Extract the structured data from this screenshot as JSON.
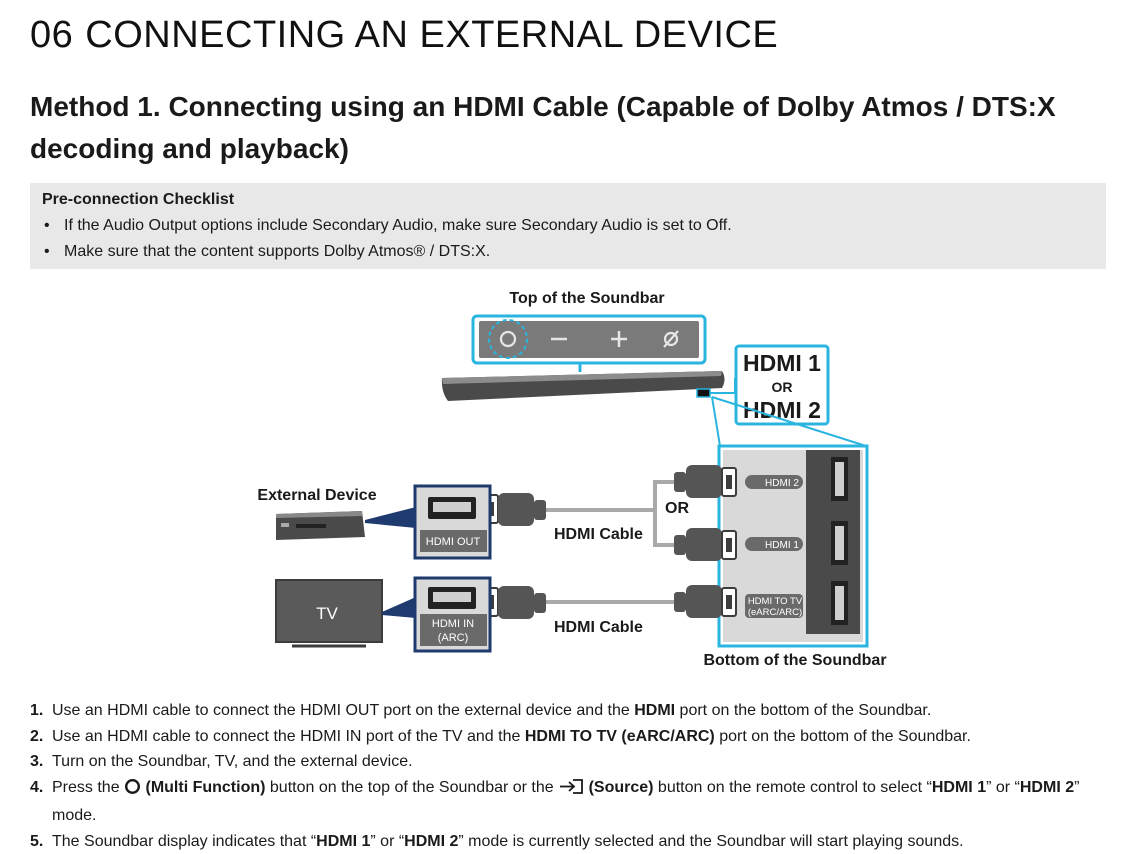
{
  "chapter": {
    "number": "06",
    "title": "CONNECTING AN EXTERNAL DEVICE"
  },
  "method_title": "Method 1. Connecting using an HDMI Cable (Capable of Dolby Atmos / DTS:X decoding and playback)",
  "checklist": {
    "title": "Pre-connection Checklist",
    "items": [
      "If the Audio Output options include Secondary Audio, make sure Secondary Audio is set to Off.",
      "Make sure that the content supports Dolby Atmos® / DTS:X."
    ]
  },
  "diagram": {
    "top_label": "Top of the Soundbar",
    "bottom_label": "Bottom of the Soundbar",
    "external_device_label": "External Device",
    "tv_label": "TV",
    "hdmi_out": "HDMI OUT",
    "hdmi_in_line1": "HDMI IN",
    "hdmi_in_line2": "(ARC)",
    "cable_label_1": "HDMI Cable",
    "cable_label_2": "HDMI Cable",
    "or_label": "OR",
    "callout_hdmi1": "HDMI 1",
    "callout_or": "OR",
    "callout_hdmi2": "HDMI 2",
    "port_hdmi2": "HDMI 2",
    "port_hdmi1": "HDMI 1",
    "port_tv_line1": "HDMI TO TV",
    "port_tv_line2": "(eARC/ARC)",
    "button_icons": [
      "multi-function-icon",
      "minus-icon",
      "plus-icon",
      "mic-off-icon"
    ]
  },
  "steps": [
    {
      "n": "1.",
      "a": "Use an HDMI cable to connect the HDMI OUT port on the external device and the ",
      "b": "HDMI",
      "c": " port on the bottom of the Soundbar."
    },
    {
      "n": "2.",
      "a": "Use an HDMI cable to connect the HDMI IN port of the TV and the ",
      "b": "HDMI TO TV (eARC/ARC)",
      "c": " port on the bottom of the Soundbar."
    },
    {
      "n": "3.",
      "a": "Turn on the Soundbar, TV, and the external device."
    },
    {
      "n": "4.",
      "a": "Press the ",
      "b": "(Multi Function)",
      "c": " button on the top of the Soundbar or the ",
      "d": "(Source)",
      "e": " button on the remote control to select “",
      "f": "HDMI 1",
      "g": "” or “",
      "h": "HDMI 2",
      "i": "” mode."
    },
    {
      "n": "5.",
      "a": "The Soundbar display indicates that “",
      "b": "HDMI 1",
      "c": "” or “",
      "d": "HDMI 2",
      "e": "” mode is currently selected and the Soundbar will start playing sounds."
    }
  ],
  "colors": {
    "accent": "#29b5e0",
    "navy": "#1e3a6e",
    "dark": "#3c3c3c",
    "panel": "#e8e8e8"
  }
}
